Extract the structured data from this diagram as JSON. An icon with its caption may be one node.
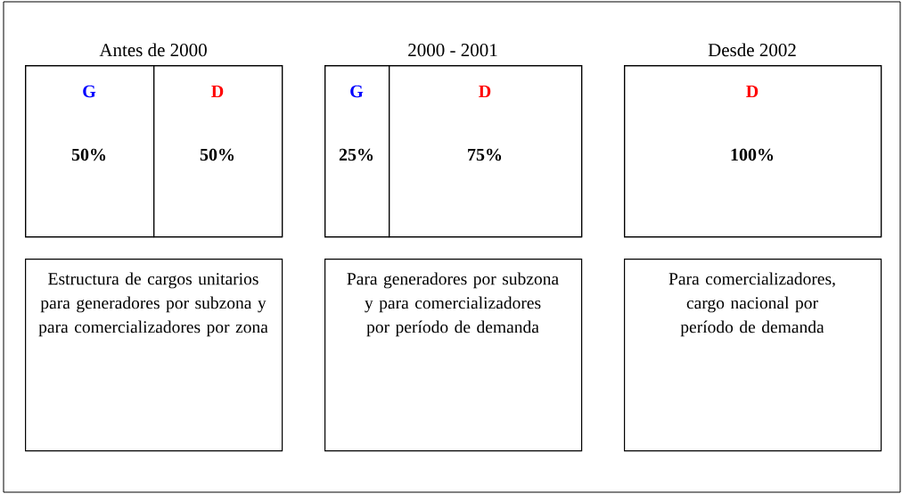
{
  "diagram": {
    "nodes": [
      {
        "text": [
          "Antes de 2000"
        ]
      },
      {
        "text": [
          "G",
          "50%"
        ],
        "in": 0
      },
      {
        "text": [
          "D",
          "50%"
        ],
        "in": 0
      },
      {
        "text": [
          "Estructura de cargos unitarios para generadores por subzona y para comercializadores por zona"
        ]
      },
      {
        "text": [
          "2000 - 2001"
        ]
      },
      {
        "text": [
          "G",
          "25%"
        ],
        "in": 4
      },
      {
        "text": [
          "D",
          "75%"
        ],
        "in": 4
      },
      {
        "text": [
          "Para generadores por subzona y para comercializadores por período de demanda"
        ]
      },
      {
        "text": [
          "Desde 2002"
        ]
      },
      {
        "text": [
          "D",
          "100%"
        ],
        "in": 8
      },
      {
        "text": [
          "Para comercializadores, cargo nacional por período de demanda"
        ]
      }
    ]
  }
}
